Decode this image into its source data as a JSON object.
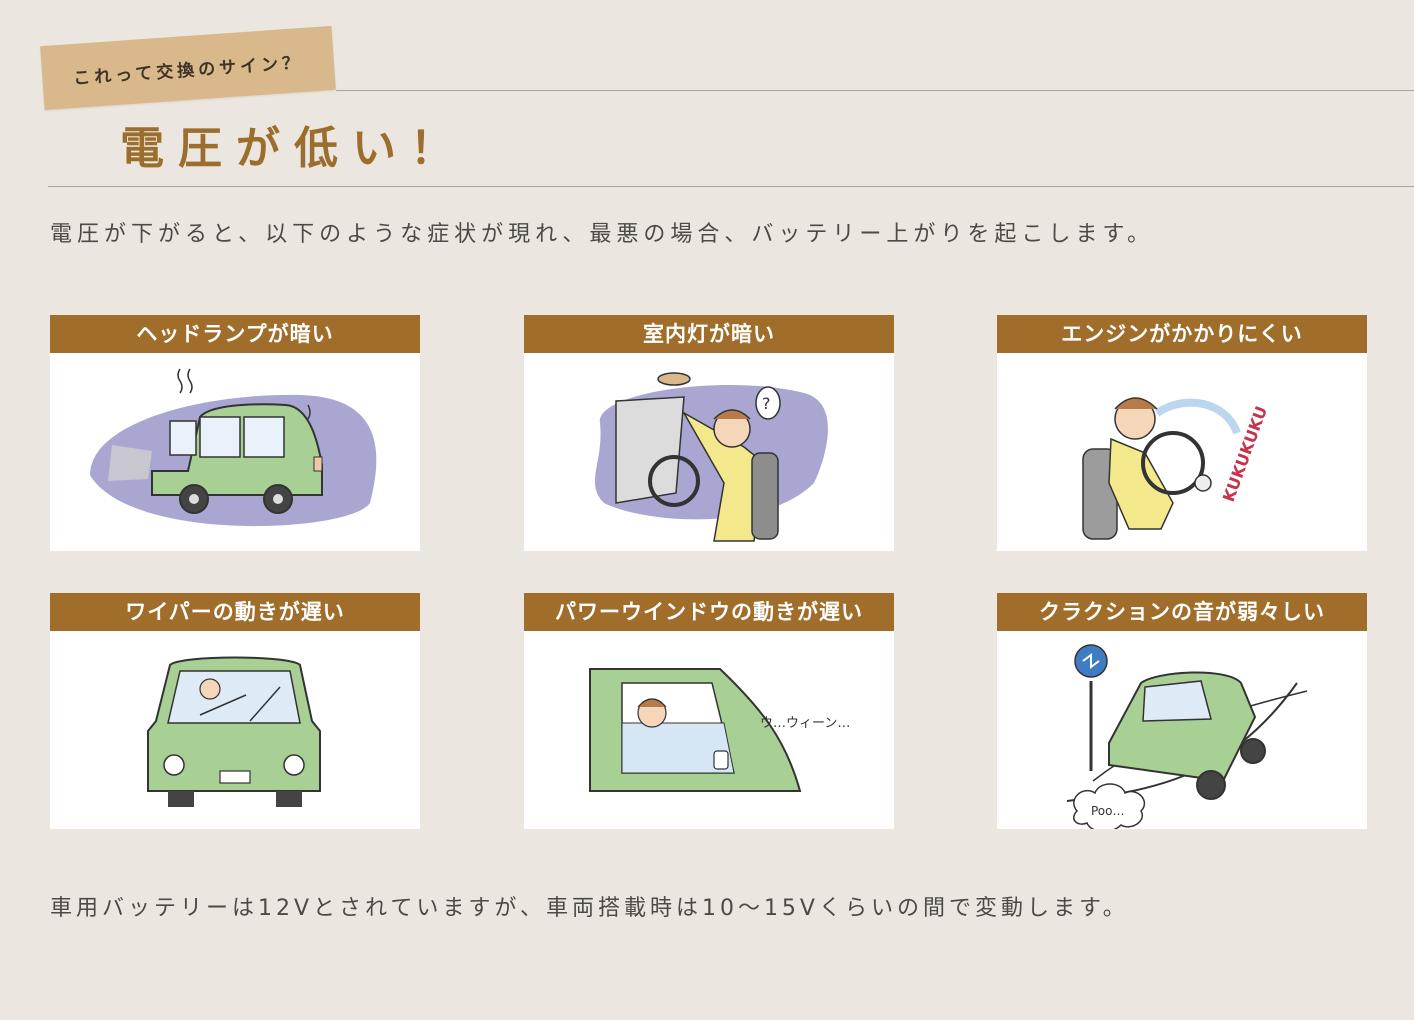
{
  "header": {
    "tag_label": "これって交換のサイン？",
    "title": "電圧が低い！"
  },
  "intro_text": "電圧が下がると、以下のような症状が現れ、最悪の場合、バッテリー上がりを起こします。",
  "symptoms": [
    {
      "label": "ヘッドランプが暗い",
      "icon": "car-headlight-illustration"
    },
    {
      "label": "室内灯が暗い",
      "icon": "interior-light-illustration"
    },
    {
      "label": "エンジンがかかりにくい",
      "icon": "engine-start-illustration",
      "annotation": "KUKUKUKU"
    },
    {
      "label": "ワイパーの動きが遅い",
      "icon": "wiper-illustration"
    },
    {
      "label": "パワーウインドウの動きが遅い",
      "icon": "power-window-illustration",
      "annotation": "ウ…ウィーン…"
    },
    {
      "label": "クラクションの音が弱々しい",
      "icon": "horn-illustration",
      "annotation": "Poo…"
    }
  ],
  "footer_text": "車用バッテリーは12Vとされていますが、車両搭載時は10〜15Vくらいの間で変動します。",
  "colors": {
    "background": "#ebe7e0",
    "accent_brown": "#a06e2a",
    "title_brown": "#9b6e2d",
    "tag_kraft": "#d9b98c",
    "car_green": "#a8cf94",
    "blob_purple": "#a9a6d2"
  }
}
